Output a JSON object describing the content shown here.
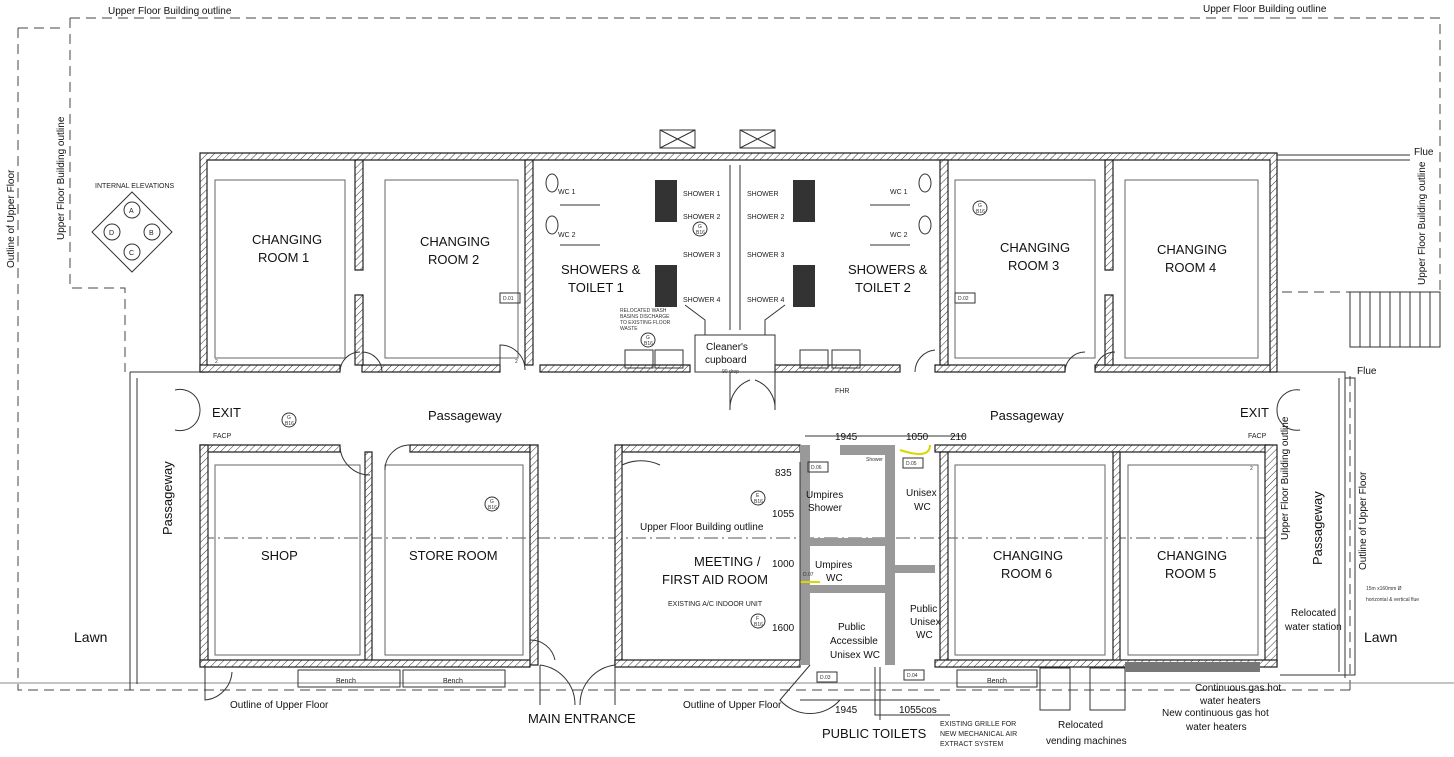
{
  "outlines": {
    "upper_floor_building_outline": "Upper Floor Building outline",
    "outline_of_upper_floor": "Outline of Upper Floor"
  },
  "internal_elevations": {
    "title": "INTERNAL ELEVATIONS",
    "a": "A",
    "b": "B",
    "c": "C",
    "d": "D"
  },
  "rooms": {
    "changing_1": [
      "CHANGING",
      "ROOM 1"
    ],
    "changing_2": [
      "CHANGING",
      "ROOM 2"
    ],
    "changing_3": [
      "CHANGING",
      "ROOM 3"
    ],
    "changing_4": [
      "CHANGING",
      "ROOM 4"
    ],
    "changing_5": [
      "CHANGING",
      "ROOM 5"
    ],
    "changing_6": [
      "CHANGING",
      "ROOM 6"
    ],
    "showers_toilet_1": [
      "SHOWERS &",
      "TOILET 1"
    ],
    "showers_toilet_2": [
      "SHOWERS &",
      "TOILET 2"
    ],
    "cleaners": [
      "Cleaner's",
      "cupboard"
    ],
    "cleaners_note": "90 drop",
    "shop": "SHOP",
    "store_room": "STORE ROOM",
    "meeting": [
      "MEETING /",
      "FIRST AID ROOM"
    ],
    "passageway": "Passageway",
    "exit": "EXIT",
    "facp": "FACP",
    "umpires_shower": [
      "Umpires",
      "Shower"
    ],
    "umpires_wc": [
      "Umpires",
      "WC"
    ],
    "unisex_wc": [
      "Unisex",
      "WC"
    ],
    "public_accessible": [
      "Public",
      "Accessible",
      "Unisex WC"
    ],
    "public_unisex": [
      "Public",
      "Unisex",
      "WC"
    ],
    "public_toilets": "PUBLIC TOILETS",
    "main_entrance": "MAIN ENTRANCE",
    "lawn": "Lawn",
    "relocated_water_station": [
      "Relocated",
      "water station"
    ],
    "relocated_vending": [
      "Relocated",
      "vending machines"
    ]
  },
  "fixtures": {
    "wc_1": "WC 1",
    "wc_2": "WC 2",
    "shower_1": "SHOWER 1",
    "shower_2": "SHOWER 2",
    "shower_3": "SHOWER 3",
    "shower_4": "SHOWER 4",
    "shower": "SHOWER",
    "shower_small": "Shower",
    "fhr": "FHR",
    "bench": "Bench",
    "flue": "Flue",
    "flue_note": [
      "15m x160mm Ø",
      "horizontal & vertical flue"
    ],
    "existing_ac": "EXISTING A/C INDOOR UNIT",
    "existing_grille": [
      "EXISTING GRILLE FOR",
      "NEW MECHANICAL AIR",
      "EXTRACT SYSTEM"
    ],
    "new_heaters": [
      "New continuous gas hot",
      "water heaters"
    ],
    "old_heaters": [
      "Continuous gas hot",
      "water heaters"
    ],
    "wash_note": [
      "RELOCATED WASH",
      "BASINS DISCHARGE",
      "TO EXISTING FLOOR",
      "WASTE"
    ]
  },
  "door_tags": [
    "D.01",
    "D.02",
    "D.03",
    "D.04",
    "D.05",
    "D.06",
    "D.07"
  ],
  "elev_tags": {
    "g": "G",
    "e": "E",
    "f": "F",
    "code": "B16",
    "n2": "2"
  },
  "dimensions": {
    "top_1945": "1945",
    "top_1050": "1050",
    "top_210": "210",
    "v_835": "835",
    "v_1055": "1055",
    "v_1000": "1000",
    "v_1600": "1600",
    "bottom_1945": "1945",
    "bottom_1055": "1055cos"
  },
  "colors": {
    "wall_gray": "#999999",
    "yellow": "#d8d800"
  }
}
